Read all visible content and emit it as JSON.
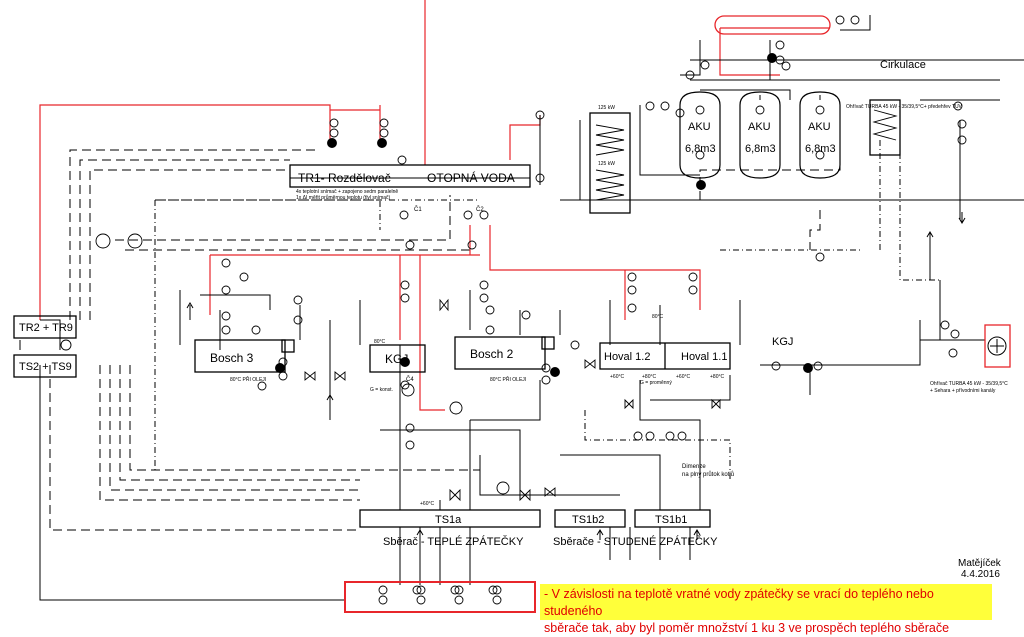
{
  "boxes": {
    "tr1": "TR1- Rozdělovač",
    "otopna": "OTOPNÁ VODA",
    "tr2": "TR2 + TR9",
    "ts2": "TS2 + TS9",
    "bosch3": "Bosch 3",
    "kgj_box": "KGJ",
    "bosch2": "Bosch 2",
    "hoval12": "Hoval 1.2",
    "hoval11": "Hoval 1.1",
    "ts1a": "TS1a",
    "ts1b2": "TS1b2",
    "ts1b1": "TS1b1",
    "aku": "AKU",
    "aku_vol": "6,8m3"
  },
  "labels": {
    "cirkulace": "Cirkulace",
    "kgj_side": "KGJ",
    "sberac_teple": "Sběrač - TEPLÉ ZPÁTEČKY",
    "sberace_studene": "Sběrače - STUDENÉ ZPÁTEČKY",
    "author": "Matějíček",
    "date": "4.4.2016",
    "dimenze": "Dimenze",
    "dimenze2": "na plný průtok kotlů",
    "tr1_note1": "4x teplotní snímač + zapojeno sedm paralelně",
    "tr1_note2": "1x ΔI měřit průměrnou teplotu (tlyl snímač)",
    "ohrivac_top": "Ohřívač TURBA 45 kW - 35/39,5°C+ předehřev TUV",
    "ohrivac_bottom1": "Ohřívač TURBA 45 kW - 35/39,5°C",
    "ohrivac_bottom2": "+ Sehara + přívodními kanály",
    "kw125_a": "125 kW",
    "kw125_b": "125 kW",
    "c1": "Č1",
    "c2": "Č2",
    "c4": "Č4",
    "deg80_a": "80°C PŘI OLEJI",
    "deg80_b": "80°C PŘI OLEJI",
    "deg80_c": "80°C",
    "deg80_d": "80°C",
    "g_konst": "G = konst.",
    "g_promen": "G = proměnný",
    "deg60_a": "+60°C",
    "deg60_b": "+80°C",
    "deg60_c": "+60°C",
    "deg60_d": "+80°C",
    "deg60_e": "+60°C"
  },
  "note": {
    "line1": "- V závislosti na teplotě vratné vody zpátečky se vrací do teplého nebo studeného",
    "line2": "sběrače tak, aby byl poměr množství 1 ku 3 ve prospěch teplého sběrače"
  },
  "colors": {
    "line": "#000000",
    "hot": "#e8262b",
    "note_bg": "#ffff3a",
    "note_text": "#e00000",
    "highlight_box": "#e8262b"
  }
}
